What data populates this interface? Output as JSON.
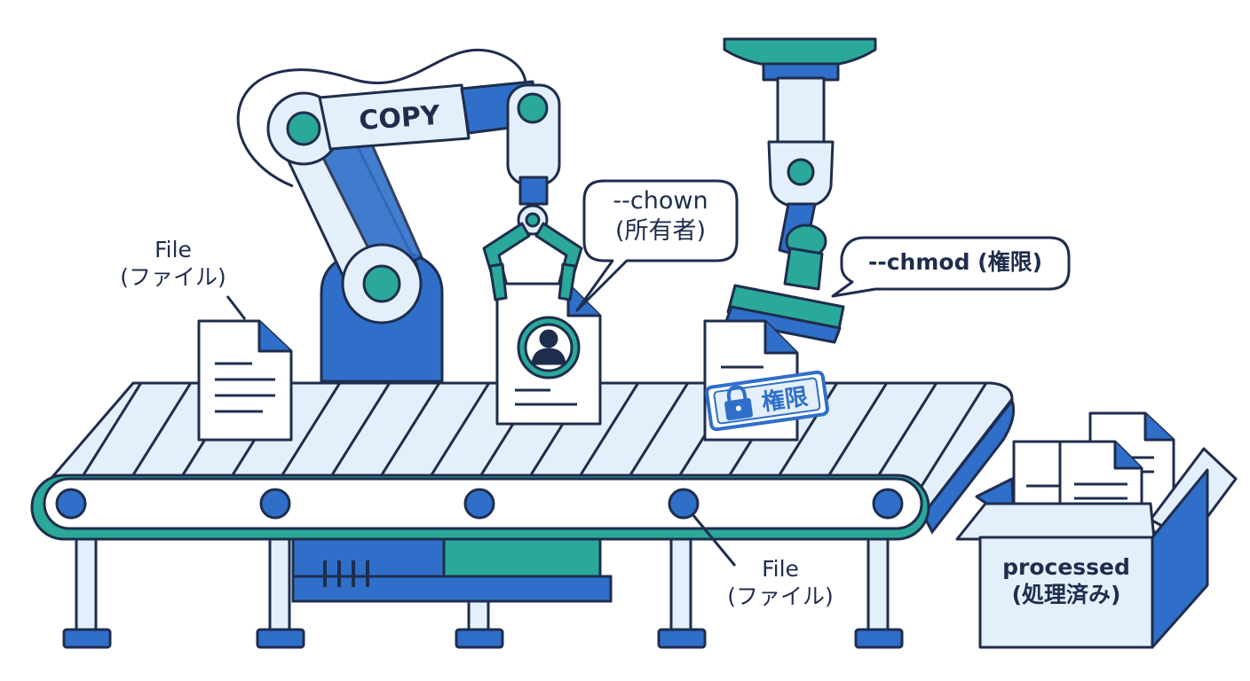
{
  "colors": {
    "outline": "#1f2d4d",
    "blue": "#2f6fc9",
    "teal": "#2aa89a",
    "light": "#e3effa",
    "white": "#ffffff"
  },
  "robot_arm": {
    "label": "COPY"
  },
  "callout_chown": {
    "line1": "--chown",
    "line2": "(所有者)"
  },
  "callout_chmod": {
    "line1": "--chmod (権限)"
  },
  "permission_badge": {
    "label": "権限"
  },
  "file_label_left": {
    "line1": "File",
    "line2": "(ファイル)"
  },
  "file_label_bottom": {
    "line1": "File",
    "line2": "(ファイル)"
  },
  "box": {
    "line1": "processed",
    "line2": "(処理済み)"
  }
}
